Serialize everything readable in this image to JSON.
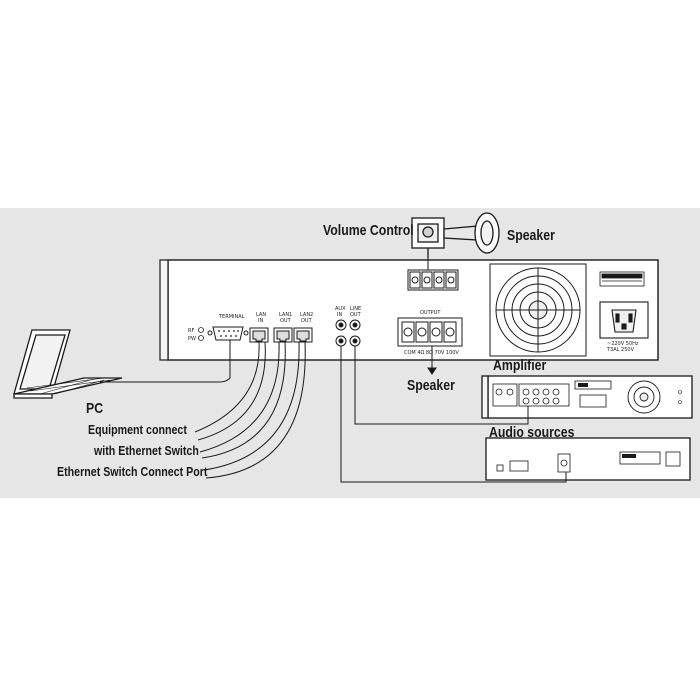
{
  "labels": {
    "volume_control": "Volume Control",
    "speaker_top": "Speaker",
    "speaker_bottom": "Speaker",
    "amplifier": "Amplifier",
    "audio_sources": "Audio sources",
    "pc": "PC",
    "equipment_connect": "Equipment connect",
    "with_switch": "with Ethernet Switch",
    "switch_port": "Ethernet Switch Connect Port"
  },
  "panel": {
    "terminal": "TERMINAL",
    "rf": "RF",
    "pw": "PW",
    "lan_in_1": "LAN",
    "lan_in_2": "IN",
    "lan1_out_1": "LAN1",
    "lan1_out_2": "OUT",
    "lan2_out_1": "LAN2",
    "lan2_out_2": "OUT",
    "aux_in_1": "AUX",
    "aux_in_2": "IN",
    "line_out_1": "LINE",
    "line_out_2": "OUT",
    "output": "OUTPUT",
    "terminal_bottom": "COM 4Ω 8Ω 70V 100V",
    "power_1": "~220V 50Hz",
    "power_2": "T3AL 250V"
  },
  "colors": {
    "background": "#e6e6e6",
    "line": "#1a1a1a",
    "panel": "#ffffff"
  }
}
